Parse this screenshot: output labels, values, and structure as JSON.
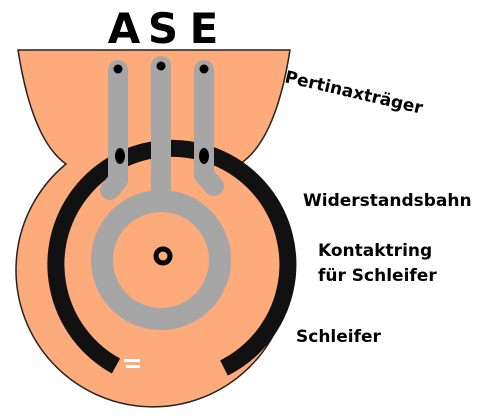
{
  "terminals": {
    "a": "A",
    "s": "S",
    "e": "E"
  },
  "labels": {
    "pertinax": "Pertinaxträger",
    "track": "Widerstandsbahn",
    "ring_line1": "Kontaktring",
    "ring_line2": "für Schleifer",
    "wiper": "Schleifer"
  },
  "colors": {
    "body": "#fdab7b",
    "outline": "#222222",
    "track": "#111111",
    "contact": "#a6a6a6",
    "wiper": "#8b3a14",
    "leader": "#4a1fd6"
  }
}
